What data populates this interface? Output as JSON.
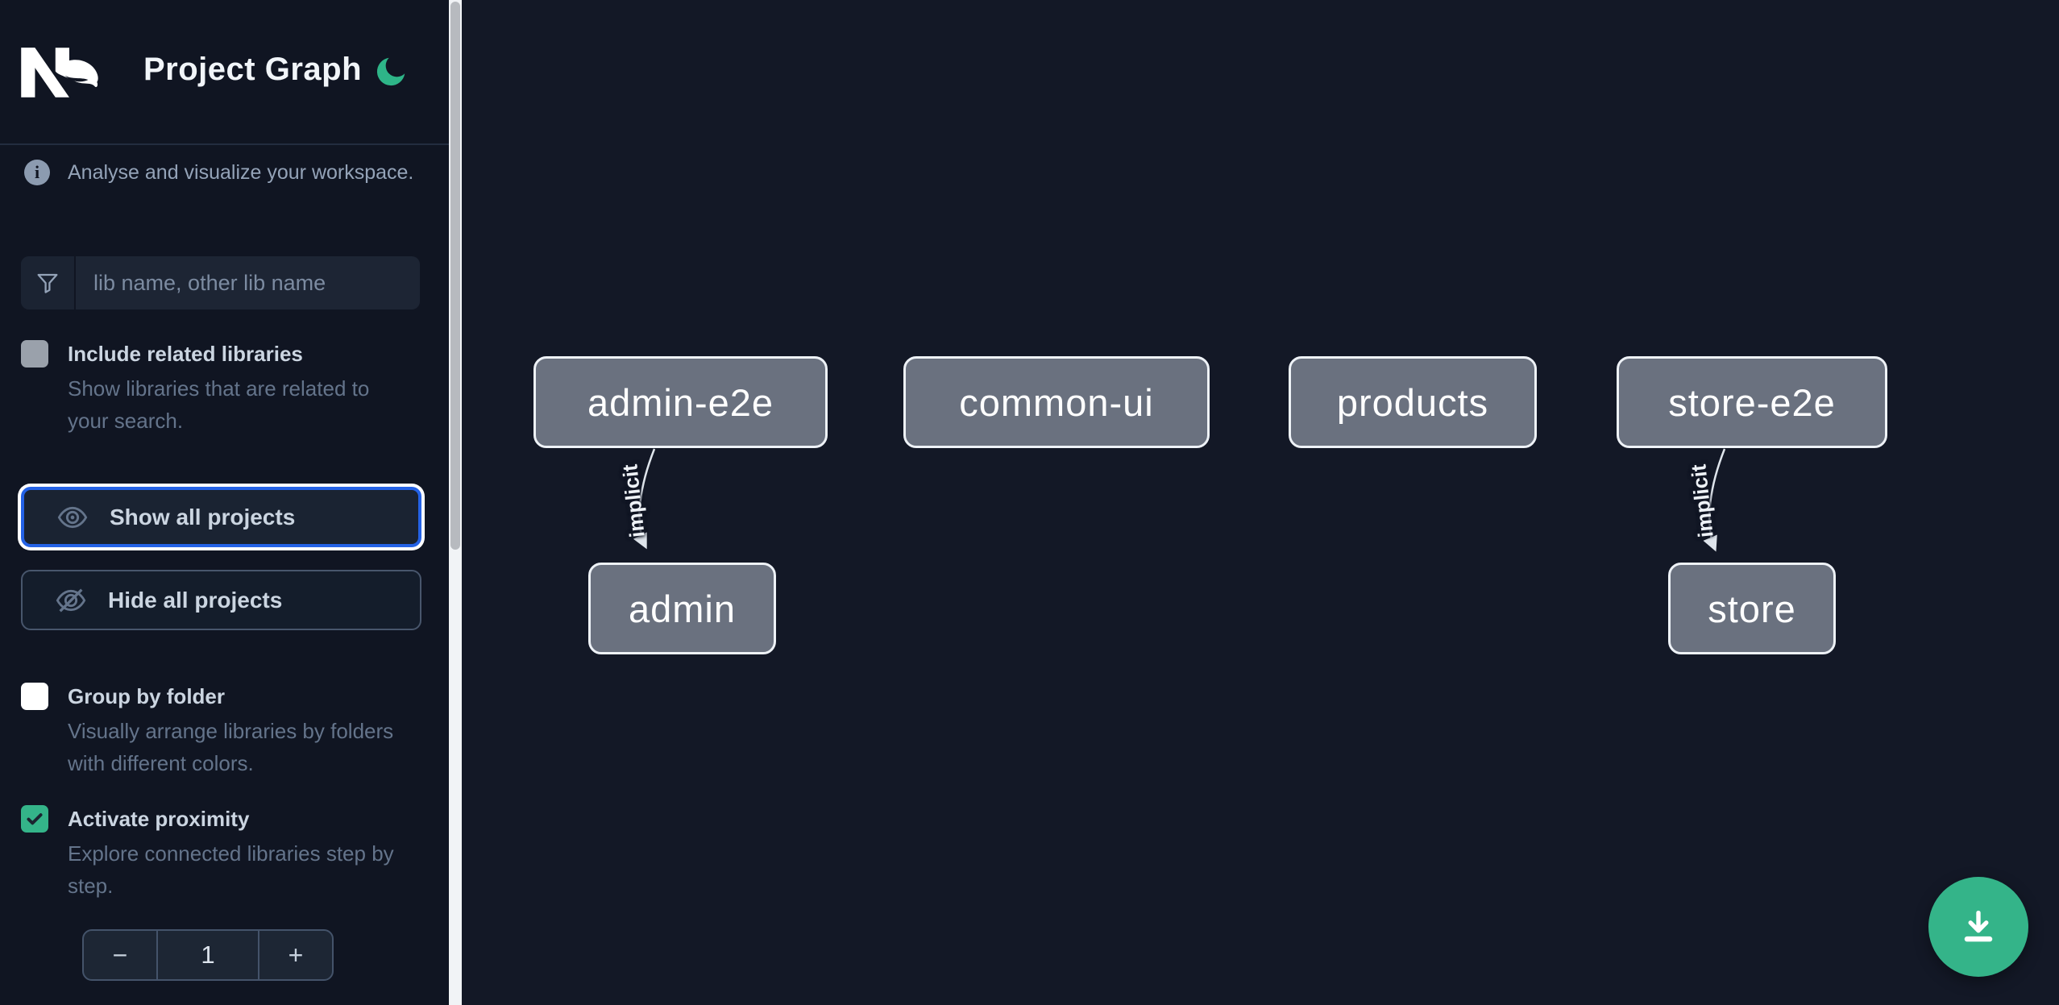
{
  "app": {
    "title": "Project Graph",
    "theme_icon": "moon-icon"
  },
  "sidebar": {
    "tagline": "Analyse and visualize your workspace.",
    "search": {
      "placeholder": "lib name, other lib name"
    },
    "options": {
      "related": {
        "label": "Include related libraries",
        "desc": "Show libraries that are related to your search.",
        "checked": false
      },
      "group_by_folder": {
        "label": "Group by folder",
        "desc": "Visually arrange libraries by folders with different colors.",
        "checked": false
      },
      "proximity": {
        "label": "Activate proximity",
        "desc": "Explore connected libraries step by step.",
        "checked": true
      }
    },
    "actions": {
      "show_all": "Show all projects",
      "hide_all": "Hide all projects"
    },
    "stepper": {
      "decrement": "−",
      "value": "1",
      "increment": "+"
    }
  },
  "graph": {
    "nodes": [
      {
        "id": "admin-e2e",
        "label": "admin-e2e"
      },
      {
        "id": "common-ui",
        "label": "common-ui"
      },
      {
        "id": "products",
        "label": "products"
      },
      {
        "id": "store-e2e",
        "label": "store-e2e"
      },
      {
        "id": "admin",
        "label": "admin"
      },
      {
        "id": "store",
        "label": "store"
      }
    ],
    "edges": [
      {
        "source": "admin-e2e",
        "target": "admin",
        "label": "implicit"
      },
      {
        "source": "store-e2e",
        "target": "store",
        "label": "implicit"
      }
    ]
  },
  "colors": {
    "accent_green": "#34b489",
    "focus_blue": "#2462e6",
    "node_fill": "#6a717f",
    "canvas_bg": "#131826",
    "sidebar_bg": "#101522"
  }
}
